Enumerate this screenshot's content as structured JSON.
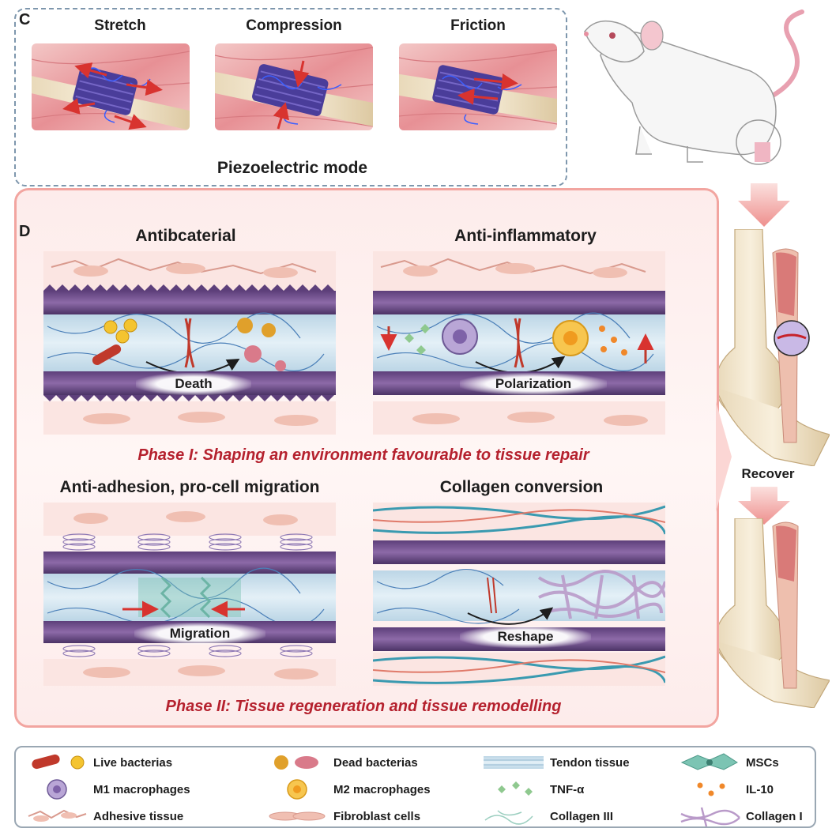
{
  "panel_c": {
    "letter": "C",
    "modes": [
      {
        "title": "Stretch"
      },
      {
        "title": "Compression"
      },
      {
        "title": "Friction"
      }
    ],
    "caption": "Piezoelectric mode"
  },
  "panel_d": {
    "letter": "D",
    "phase1": {
      "left_title": "Antibcaterial",
      "right_title": "Anti-inflammatory",
      "left_label": "Death",
      "right_label": "Polarization",
      "caption": "Phase I: Shaping an environment favourable to tissue repair"
    },
    "phase2": {
      "left_title": "Anti-adhesion, pro-cell migration",
      "right_title": "Collagen conversion",
      "left_label": "Migration",
      "right_label": "Reshape",
      "caption": "Phase II: Tissue regeneration and tissue remodelling"
    }
  },
  "recover_label": "Recover",
  "legend": [
    {
      "label": "Live bacterias",
      "icon": "live-bacteria-icon"
    },
    {
      "label": "Dead bacterias",
      "icon": "dead-bacteria-icon"
    },
    {
      "label": "Tendon tissue",
      "icon": "tendon-tissue-icon"
    },
    {
      "label": "MSCs",
      "icon": "msc-icon"
    },
    {
      "label": "M1 macrophages",
      "icon": "m1-macrophage-icon"
    },
    {
      "label": "M2 macrophages",
      "icon": "m2-macrophage-icon"
    },
    {
      "label": "TNF-α",
      "icon": "tnf-alpha-icon"
    },
    {
      "label": "IL-10",
      "icon": "il10-icon"
    },
    {
      "label": "Adhesive tissue",
      "icon": "adhesive-tissue-icon"
    },
    {
      "label": "Fibroblast cells",
      "icon": "fibroblast-icon"
    },
    {
      "label": "Collagen III",
      "icon": "collagen-iii-icon"
    },
    {
      "label": "Collagen I",
      "icon": "collagen-i-icon"
    }
  ],
  "colors": {
    "phase_caption": "#b5212e",
    "panel_d_border": "#f2a5a0",
    "panel_c_border": "#7e97ad",
    "tendon": "#cfe3ee",
    "muscle": "#e9a3a6",
    "arrow": "#d8332f"
  }
}
